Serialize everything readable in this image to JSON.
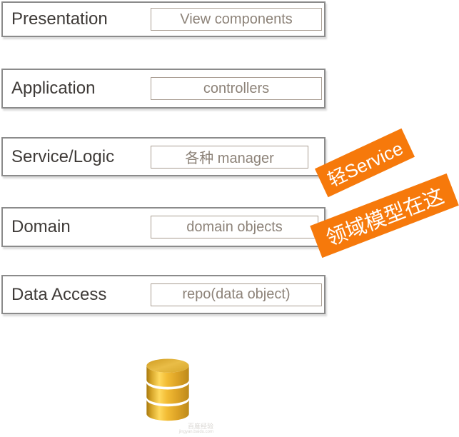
{
  "diagram_title": "layered-architecture",
  "colors": {
    "background": "#ffffff",
    "row_border": "#8b8b8b",
    "row_fill": "#ffffff",
    "label_text": "#3e3a37",
    "inner_box_border": "#a99d92",
    "inner_box_text": "#8d8379",
    "callout_orange": "#f6790b",
    "callout_text": "#ffffff",
    "db_gold_light": "#ffd95e",
    "db_gold_dark": "#a8790e"
  },
  "layers": [
    {
      "label": "Presentation",
      "component": "View components"
    },
    {
      "label": "Application",
      "component": "controllers"
    },
    {
      "label": "Service/Logic",
      "component": "各种 manager"
    },
    {
      "label": "Domain",
      "component": "domain objects"
    },
    {
      "label": "Data Access",
      "component": "repo(data object)"
    }
  ],
  "callouts": [
    {
      "text": "轻Service",
      "points_to": "Service/Logic"
    },
    {
      "text": "领域模型在这",
      "points_to": "Domain"
    }
  ],
  "database": {
    "icon": "database-cylinder-icon",
    "watermark_line1": "百度经验",
    "watermark_line2": "jingyan.baidu.com"
  }
}
